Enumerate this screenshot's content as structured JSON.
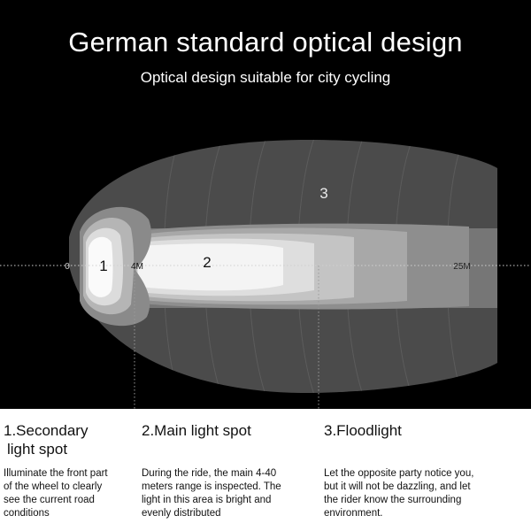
{
  "header": {
    "title": "German standard optical design",
    "subtitle": "Optical design suitable for city cycling"
  },
  "diagram": {
    "zone_labels": [
      "1",
      "2",
      "3"
    ],
    "distance_labels": [
      "0",
      "4M",
      "25M"
    ]
  },
  "sections": [
    {
      "heading": "1.Secondary light spot",
      "heading_line1": "1.Secondary",
      "heading_line2": "light spot",
      "text_lines": [
        "Illuminate the front part",
        "of the wheel to clearly",
        "see the current road",
        "conditions"
      ]
    },
    {
      "heading": "2.Main light spot",
      "text_lines": [
        "During the ride, the main 4-40",
        "meters range is inspected. The",
        "light in this area is bright and",
        "evenly distributed"
      ]
    },
    {
      "heading": "3.Floodlight",
      "text_lines": [
        "Let the opposite party notice you,",
        "but it will not be dazzling, and let",
        "the rider know the surrounding",
        "environment."
      ]
    }
  ]
}
